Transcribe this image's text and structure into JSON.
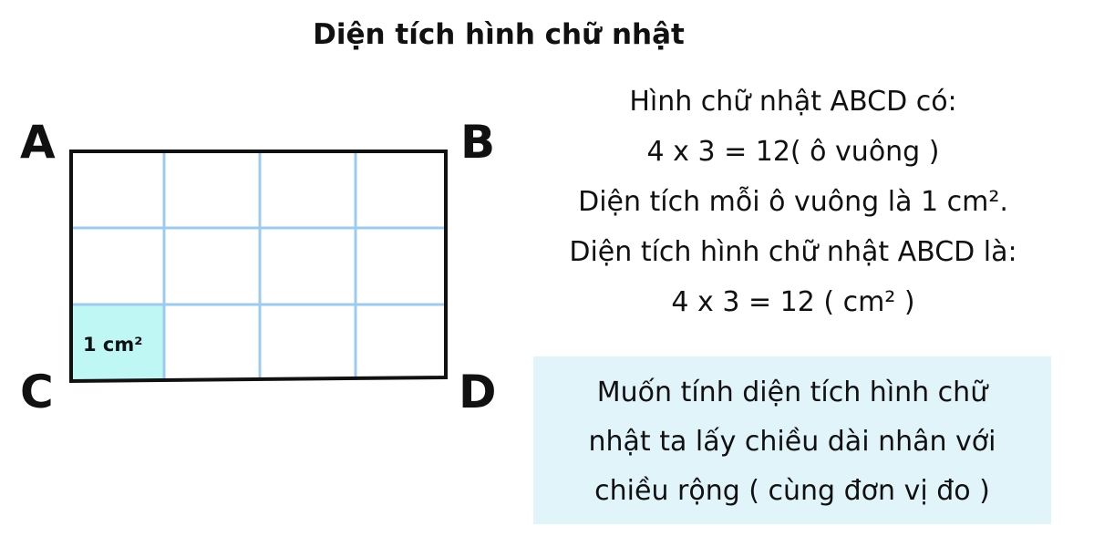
{
  "title": "Diện tích hình chữ nhật",
  "diagram": {
    "vertices": {
      "a": "A",
      "b": "B",
      "c": "C",
      "d": "D"
    },
    "columns": 4,
    "rows": 3,
    "unit_square_label": "1 cm²",
    "colors": {
      "outline": "#111111",
      "grid_line": "#9ccbf0",
      "unit_fill": "#bff7f5"
    }
  },
  "info": {
    "lines": [
      "Hình chữ nhật ABCD có:",
      "4 x 3 = 12( ô vuông )",
      "Diện tích mỗi ô vuông là 1 cm².",
      "Diện tích hình chữ nhật ABCD là:",
      "4 x 3 = 12 ( cm² )"
    ]
  },
  "rule": {
    "lines": [
      "Muốn tính diện tích hình chữ",
      "nhật ta lấy chiều dài nhân với",
      "chiều rộng ( cùng đơn vị đo )"
    ],
    "background": "#e0f4fa"
  }
}
